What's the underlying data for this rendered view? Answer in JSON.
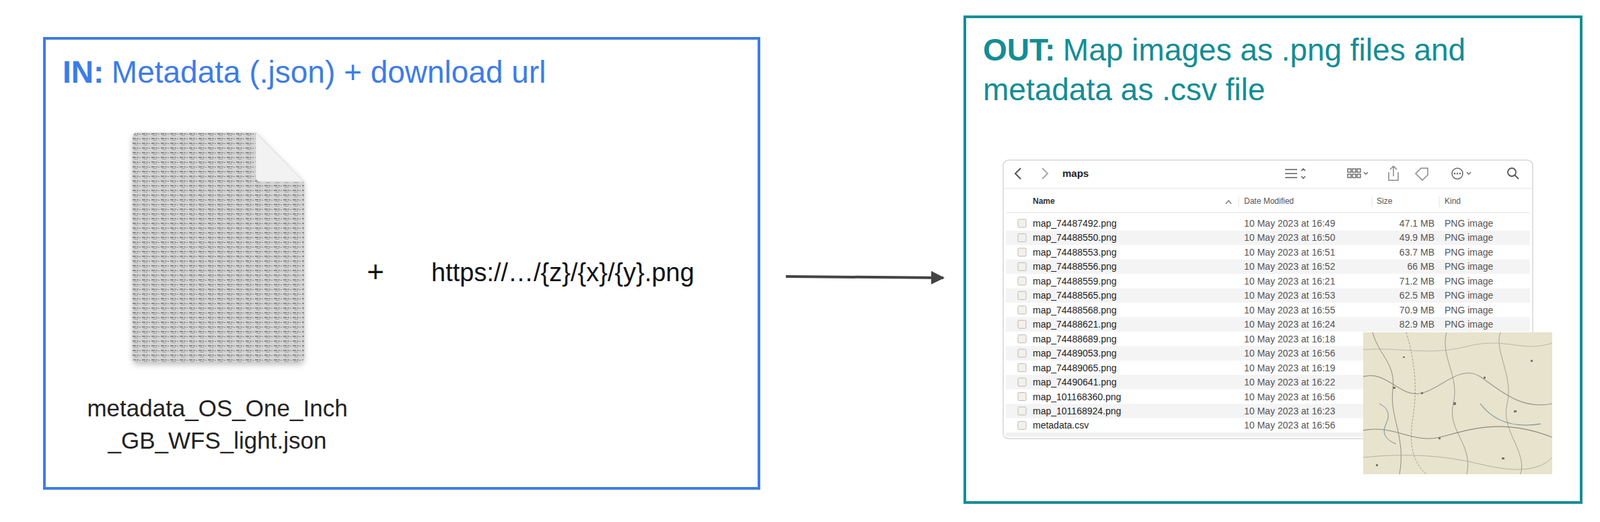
{
  "diagram": {
    "nodes": [
      {
        "text": [
          "IN:",
          "Metadata (.json) + download url"
        ]
      },
      {
        "text": [
          "OUT:",
          "Map images as .png files and metadata as .csv file"
        ]
      }
    ],
    "edges": [
      {
        "from": 0,
        "to": 1,
        "arrow": "to"
      }
    ],
    "labels": [
      "+",
      "https://…/{z}/{x}/{y}.png",
      "metadata_OS_One_Inch _GB_WFS_light.json",
      "maps",
      "Name",
      "Date Modified",
      "Size",
      "Kind",
      "map_74487492.png",
      "10 May 2023 at 16:49",
      "47.1 MB",
      "PNG image",
      "map_74488550.png",
      "10 May 2023 at 16:50",
      "49.9 MB",
      "PNG image",
      "map_74488553.png",
      "10 May 2023 at 16:51",
      "63.7 MB",
      "PNG image",
      "map_74488556.png",
      "10 May 2023 at 16:52",
      "66 MB",
      "PNG image",
      "map_74488559.png",
      "10 May 2023 at 16:21",
      "71.2 MB",
      "PNG image",
      "map_74488565.png",
      "10 May 2023 at 16:53",
      "62.5 MB",
      "PNG image",
      "map_74488568.png",
      "10 May 2023 at 16:55",
      "70.9 MB",
      "PNG image",
      "map_74488621.png",
      "10 May 2023 at 16:24",
      "82.9 MB",
      "PNG image",
      "map_74488689.png",
      "10 May 2023 at 16:18",
      "map_74489053.png",
      "10 May 2023 at 16:56",
      "map_74489065.png",
      "10 May 2023 at 16:19",
      "map_74490641.png",
      "10 May 2023 at 16:22",
      "map_101168360.png",
      "10 May 2023 at 16:56",
      "map_101168924.png",
      "10 May 2023 at 16:23",
      "metadata.csv",
      "10 May 2023 at 16:56"
    ]
  }
}
